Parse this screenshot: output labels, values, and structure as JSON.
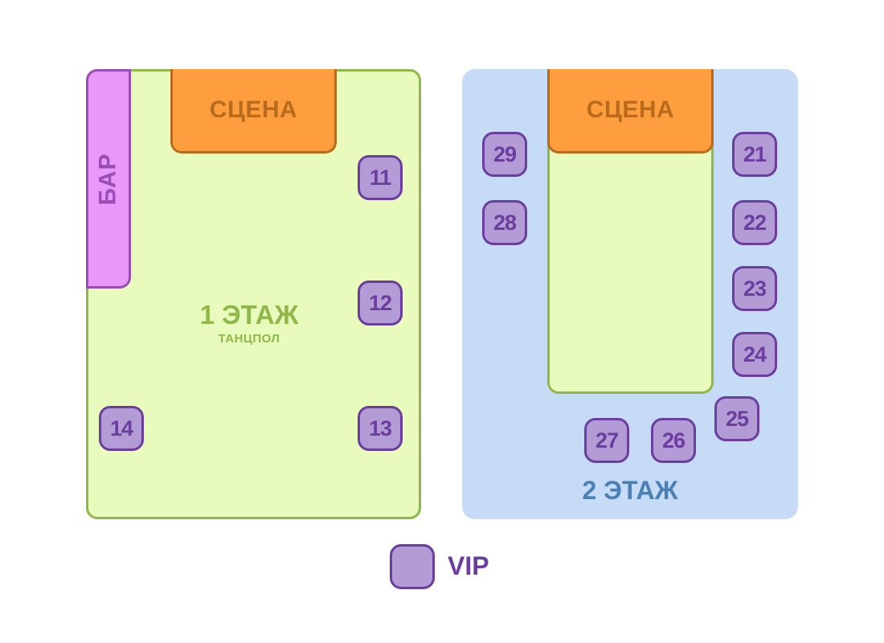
{
  "floors": [
    {
      "label": "1 ЭТАЖ",
      "sublabel": "ТАНЦПОЛ",
      "stage_label": "СЦЕНА",
      "bar_label": "БАР",
      "fill_color": "#e8fbbc",
      "tables": [
        "11",
        "12",
        "13",
        "14"
      ]
    },
    {
      "label": "2 ЭТАЖ",
      "stage_label": "СЦЕНА",
      "fill_color": "#c6dcf6",
      "tables": [
        "21",
        "22",
        "23",
        "24",
        "25",
        "26",
        "27",
        "28",
        "29"
      ]
    }
  ],
  "legend": {
    "label": "VIP",
    "color": "#b39cd6"
  },
  "colors": {
    "stage": "#fd9d3e",
    "bar": "#e898f8",
    "vip_table": "#b39cd6",
    "vip_border": "#6a3d9f"
  }
}
